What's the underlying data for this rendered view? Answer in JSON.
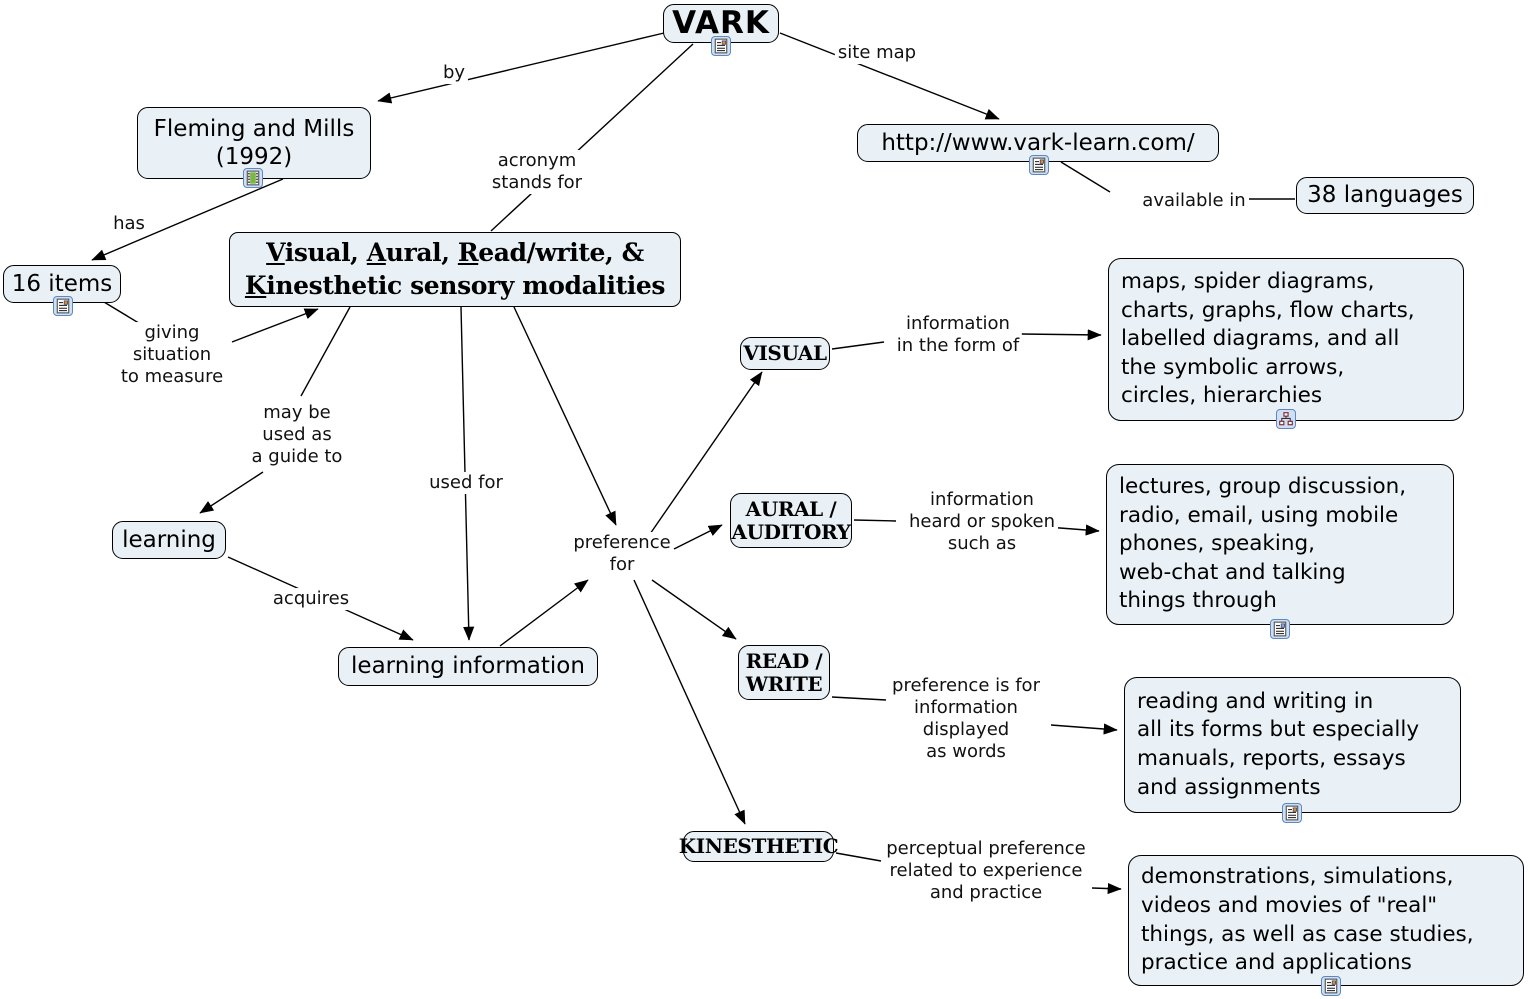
{
  "diagram": {
    "title": "VARK concept map",
    "colors": {
      "node_fill": "#e9f1f6",
      "node_border": "#000000",
      "line": "#000000",
      "icon_frame": "#5b87c5"
    },
    "nodes": {
      "vark": {
        "label": "VARK"
      },
      "fleming": {
        "label": "Fleming and Mills\n(1992)"
      },
      "url": {
        "label": "http://www.vark-learn.com/"
      },
      "languages": {
        "label": "38 languages"
      },
      "items": {
        "label": "16 items"
      },
      "central": {
        "label": "Visual, Aural, Read/write, & Kinesthetic sensory modalities",
        "segments": [
          {
            "t": "V",
            "u": 1
          },
          {
            "t": "isual, "
          },
          {
            "t": "A",
            "u": 1
          },
          {
            "t": "ural, "
          },
          {
            "t": "R",
            "u": 1
          },
          {
            "t": "ead/write, &\n"
          },
          {
            "t": "K",
            "u": 1
          },
          {
            "t": "inesthetic sensory modalities"
          }
        ]
      },
      "learning": {
        "label": "learning"
      },
      "learning_information": {
        "label": "learning information"
      },
      "visual": {
        "label": "VISUAL"
      },
      "aural": {
        "label": "AURAL /\nAUDITORY"
      },
      "read_write": {
        "label": "READ /\nWRITE"
      },
      "kinesthetic": {
        "label": "KINESTHETIC"
      },
      "visual_desc": {
        "label": "maps, spider diagrams,\ncharts, graphs, flow charts,\nlabelled diagrams, and all\nthe symbolic arrows,\ncircles, hierarchies"
      },
      "aural_desc": {
        "label": "lectures, group discussion,\nradio, email, using mobile\nphones, speaking,\nweb-chat and talking\nthings through"
      },
      "read_desc": {
        "label": "reading and writing in\nall its forms but especially\nmanuals, reports, essays\nand assignments"
      },
      "kinesthetic_desc": {
        "label": "demonstrations, simulations,\nvideos and movies of \"real\"\nthings, as well as case studies,\npractice and applications"
      }
    },
    "links": {
      "by": "by",
      "site_map": "site map",
      "acronym": "acronym\nstands for",
      "has": "has",
      "giving": "giving\nsituation\nto measure",
      "available_in": "available in",
      "may_be": "may be\nused as\na guide to",
      "used_for": "used for",
      "acquires": "acquires",
      "preference_for": "preference\nfor",
      "info_form": "information\nin the form of",
      "info_heard": "information\nheard or spoken\nsuch as",
      "pref_words": "preference is for\ninformation\ndisplayed\nas words",
      "perceptual": "perceptual preference\nrelated to experience\nand practice"
    },
    "icons": {
      "vark": "document-image-icon",
      "fleming": "video-icon",
      "items": "document-image-icon",
      "url": "document-image-icon",
      "visual_desc": "concept-map-icon",
      "aural_desc": "document-image-icon",
      "read_desc": "document-image-icon",
      "kinesthetic_desc": "document-image-icon"
    }
  }
}
